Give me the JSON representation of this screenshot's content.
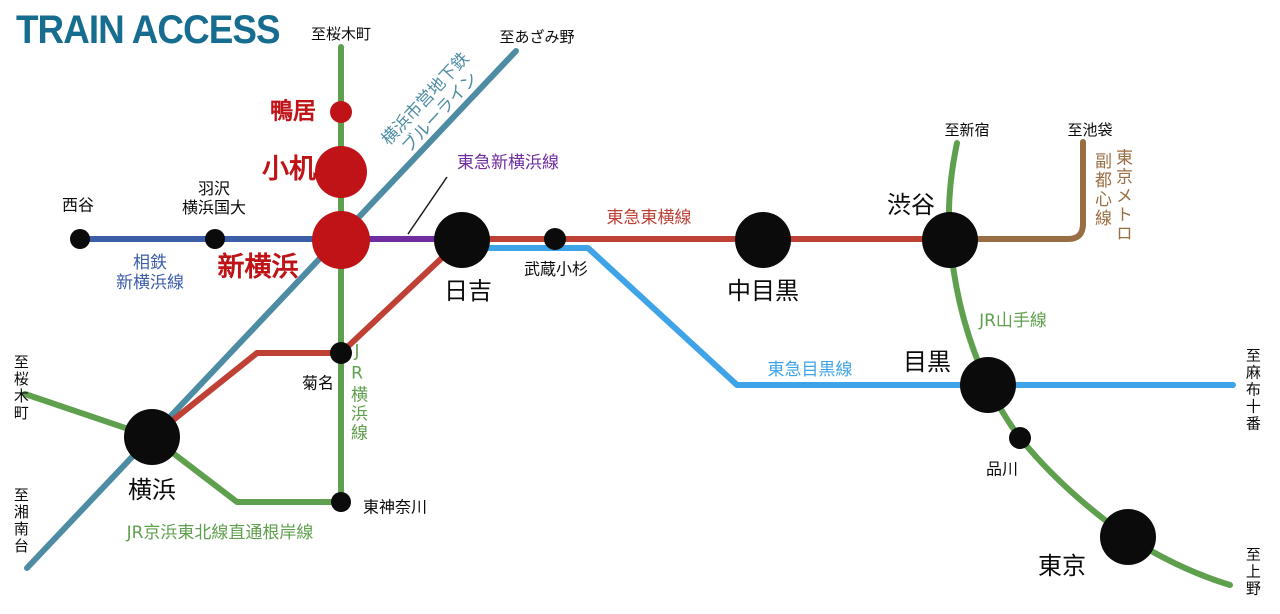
{
  "title": "TRAIN ACCESS",
  "colors": {
    "title": "#176d8f",
    "background": "#ffffff",
    "station_black": "#0b0b0b",
    "station_red": "#bf1317",
    "callout_line": "#1a1a1a"
  },
  "lines": [
    {
      "name": "横浜市営地下鉄ブルーライン",
      "label_line1": "横浜市営地下鉄",
      "label_line2": "ブルーライン",
      "color": "#4e8ca4"
    },
    {
      "name": "JR横浜線",
      "color": "#5fa04e"
    },
    {
      "name": "JR京浜東北線直通根岸線",
      "color": "#5fa04e"
    },
    {
      "name": "相鉄新横浜線",
      "label_line1": "相鉄",
      "label_line2": "新横浜線",
      "color": "#3c5da8"
    },
    {
      "name": "東急新横浜線",
      "color": "#6f2da0"
    },
    {
      "name": "東急東横線",
      "color": "#bf4136"
    },
    {
      "name": "東急目黒線",
      "color": "#3fa3e8"
    },
    {
      "name": "JR山手線",
      "color": "#5fa04e"
    },
    {
      "name": "東京メトロ副都心線",
      "label_line1": "東京メトロ",
      "label_line2": "副都心線",
      "color": "#9a6e43"
    }
  ],
  "stations": [
    {
      "label": "鴨居",
      "emphasis": "red"
    },
    {
      "label": "小机",
      "emphasis": "red"
    },
    {
      "label": "新横浜",
      "emphasis": "red"
    },
    {
      "label": "西谷",
      "emphasis": "black"
    },
    {
      "label": "羽沢横浜国大",
      "label_line1": "羽沢",
      "label_line2": "横浜国大",
      "emphasis": "black"
    },
    {
      "label": "武蔵小杉",
      "emphasis": "black"
    },
    {
      "label": "日吉",
      "emphasis": "black"
    },
    {
      "label": "中目黒",
      "emphasis": "black"
    },
    {
      "label": "渋谷",
      "emphasis": "black"
    },
    {
      "label": "菊名",
      "emphasis": "black"
    },
    {
      "label": "横浜",
      "emphasis": "black"
    },
    {
      "label": "東神奈川",
      "emphasis": "black"
    },
    {
      "label": "目黒",
      "emphasis": "black"
    },
    {
      "label": "品川",
      "emphasis": "black"
    },
    {
      "label": "東京",
      "emphasis": "black"
    }
  ],
  "directions": [
    {
      "label": "至桜木町"
    },
    {
      "label": "至あざみ野"
    },
    {
      "label": "至新宿"
    },
    {
      "label": "至池袋"
    },
    {
      "label": "至桜木町"
    },
    {
      "label": "至湘南台"
    },
    {
      "label": "至麻布十番"
    },
    {
      "label": "至上野"
    }
  ]
}
